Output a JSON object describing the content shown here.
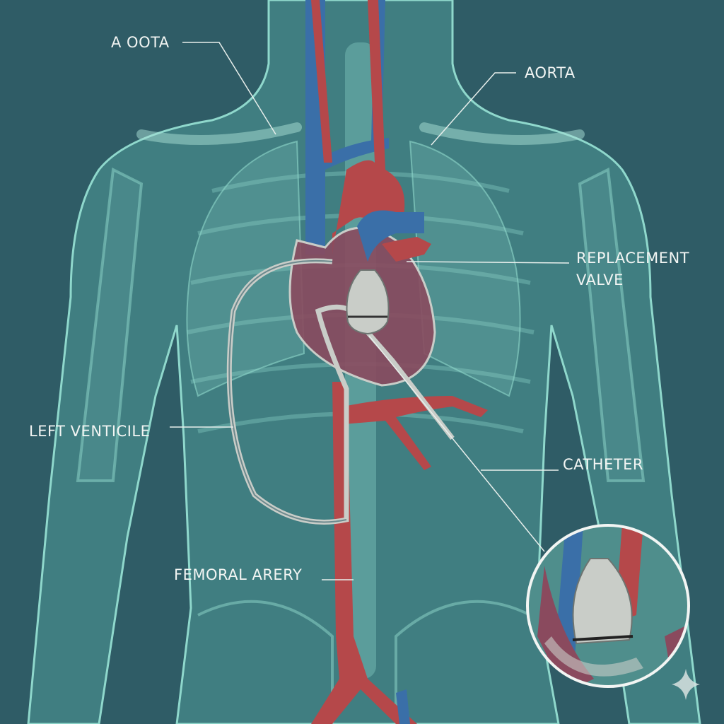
{
  "labels": {
    "a_oota": "A OOTA",
    "aorta": "AORTA",
    "replacement_valve_line1": "REPLACEMENT",
    "replacement_valve_line2": "VALVE",
    "left_ventricle": "LEFT VENTICILE",
    "catheter": "CATHETER",
    "femoral_artery": "FEMORAL ARERY"
  },
  "colors": {
    "background": "#2f5c66",
    "body": "#4f9a98",
    "outline": "#8fd8cc",
    "artery": "#b5484a",
    "vein": "#3a6fa8",
    "valve": "#c9cdc8"
  },
  "icons": [
    "sparkle-icon"
  ]
}
